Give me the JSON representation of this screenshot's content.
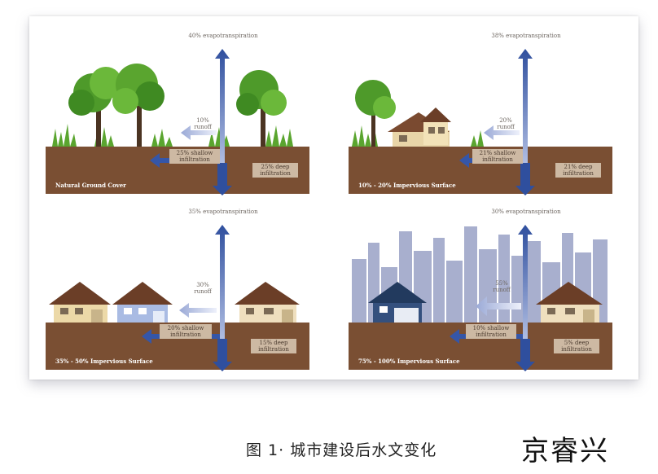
{
  "panels": [
    {
      "evapotranspiration": "40% evapotranspiration",
      "runoff": "10% runoff",
      "shallow": "25% shallow infiltration",
      "deep": "25% deep infiltration",
      "surface": "Natural Ground Cover"
    },
    {
      "evapotranspiration": "38% evapotranspiration",
      "runoff": "20% runoff",
      "shallow": "21% shallow infiltration",
      "deep": "21% deep infiltration",
      "surface": "10% - 20% Impervious Surface"
    },
    {
      "evapotranspiration": "35% evapotranspiration",
      "runoff": "30% runoff",
      "shallow": "20% shallow infiltration",
      "deep": "15% deep infiltration",
      "surface": "35% - 50% Impervious Surface"
    },
    {
      "evapotranspiration": "30% evapotranspiration",
      "runoff": "55% runoff",
      "shallow": "10% shallow infiltration",
      "deep": "5% deep infiltration",
      "surface": "75% - 100% Impervious Surface"
    }
  ],
  "caption": "图 1· 城市建设后水文变化",
  "brand": "京睿兴",
  "colors": {
    "soil": "#7a4f33",
    "arrow_dark": "#2f4f9e",
    "tree": "#4e9a2a",
    "city": "#9aa2c6"
  }
}
